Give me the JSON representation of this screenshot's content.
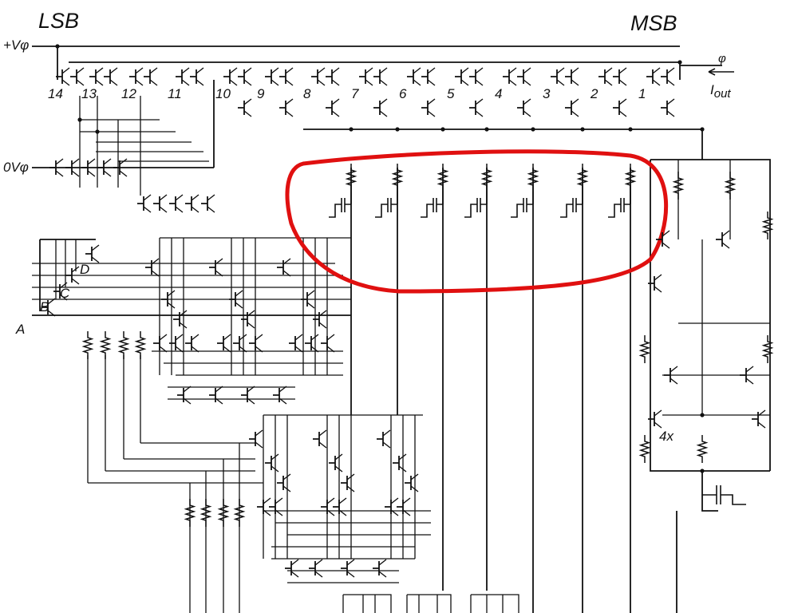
{
  "labels": {
    "lsb": "LSB",
    "msb": "MSB",
    "supply": "+Vφ",
    "ground": "0Vφ",
    "output_node": "φ",
    "output_current": "I",
    "output_current_sub": "out",
    "input_a": "A",
    "input_b": "B",
    "input_c": "C",
    "input_d": "D",
    "scale": "4x"
  },
  "bits": [
    "14",
    "13",
    "12",
    "11",
    "10",
    "9",
    "8",
    "7",
    "6",
    "5",
    "4",
    "3",
    "2",
    "1"
  ],
  "highlight_color": "#e01010",
  "wire_color": "#111111"
}
